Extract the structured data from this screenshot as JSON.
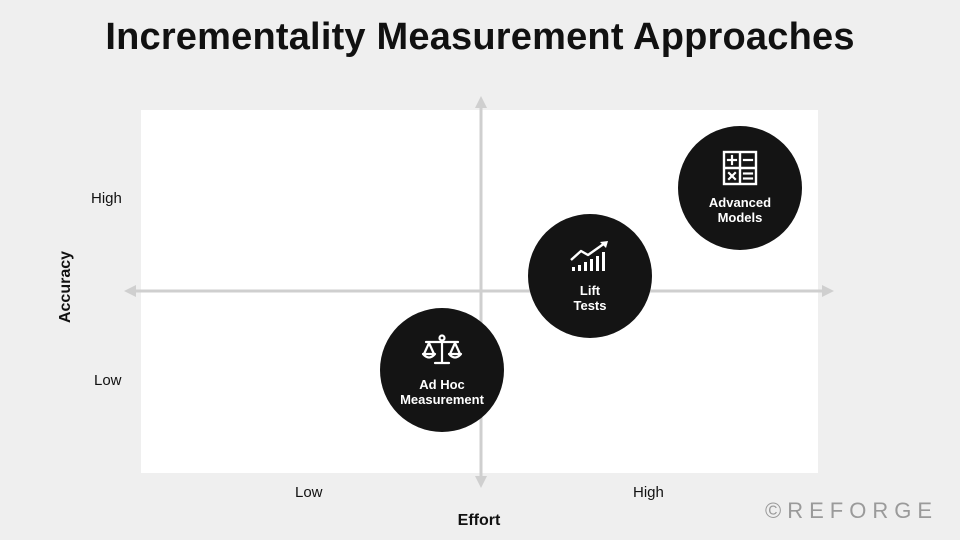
{
  "title": "Incrementality Measurement Approaches",
  "y_axis": {
    "title": "Accuracy",
    "high": "High",
    "low": "Low"
  },
  "x_axis": {
    "title": "Effort",
    "low": "Low",
    "high": "High"
  },
  "items": [
    {
      "label": "Ad Hoc\nMeasurement",
      "icon": "scales-icon",
      "effort": "Low",
      "accuracy": "Low"
    },
    {
      "label": "Lift\nTests",
      "icon": "growth-chart-icon",
      "effort": "High",
      "accuracy": "Medium"
    },
    {
      "label": "Advanced\nModels",
      "icon": "calculator-icon",
      "effort": "High",
      "accuracy": "High"
    }
  ],
  "logo": "©REFORGE",
  "colors": {
    "background": "#efefef",
    "plot": "#ffffff",
    "axis": "#cfcfcf",
    "bubble": "#141414",
    "text": "#111111",
    "logo": "#9a9a9a"
  }
}
